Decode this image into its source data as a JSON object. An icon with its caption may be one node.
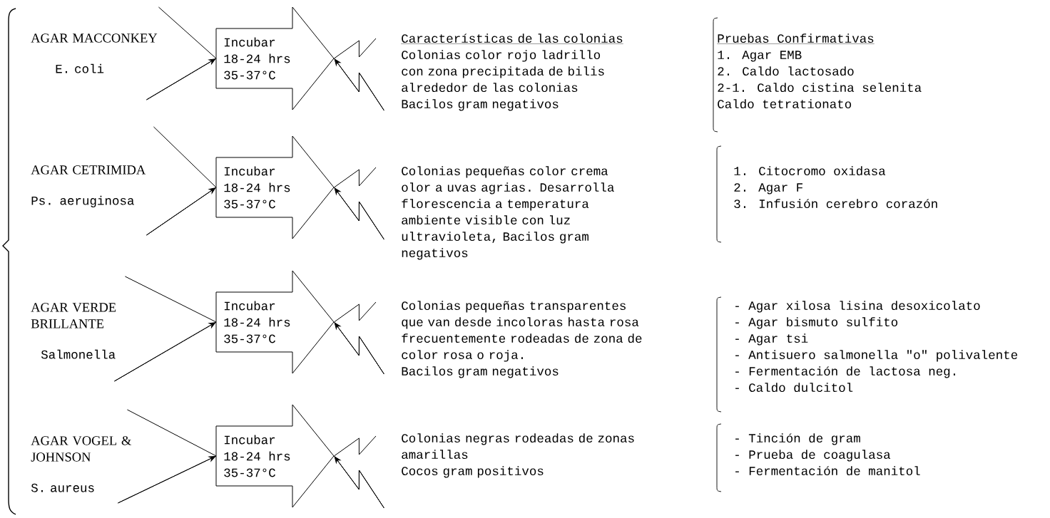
{
  "diagram": {
    "nodes": [
      {
        "text": [
          "AGAR MACCONKEY",
          "E. coli"
        ]
      },
      {
        "text": [
          "Incubar 18-24 hrs 35-37°C"
        ]
      },
      {
        "text": [
          "Características de las colonias",
          "Colonias color rojo ladrillo con zona precipitada de bilis alrededor de las colonias",
          "Bacilos gram negativos"
        ]
      },
      {
        "text": [
          "Pruebas Confirmativas",
          "1. Agar EMB",
          "2. Caldo lactosado",
          "2-1. Caldo cistina selenita",
          "Caldo tetrationato"
        ]
      },
      {
        "text": [
          "AGAR CETRIMIDA",
          "Ps. aeruginosa"
        ]
      },
      {
        "text": [
          "Incubar 18-24 hrs 35-37°C"
        ]
      },
      {
        "text": [
          "Colonias pequeñas color crema olor a uvas agrias. Desarrolla florescencia a temperatura ambiente visible con luz ultravioleta, Bacilos gram negativos"
        ]
      },
      {
        "text": [
          "1. Citocromo oxidasa",
          "2. Agar F",
          "3. Infusión cerebro corazón"
        ]
      },
      {
        "text": [
          "AGAR VERDE BRILLANTE",
          "Salmonella"
        ]
      },
      {
        "text": [
          "Incubar 18-24 hrs 35-37°C"
        ]
      },
      {
        "text": [
          "Colonias pequeñas transparentes que van desde incoloras hasta rosa frecuentemente rodeadas de zona de color rosa o roja.",
          "Bacilos gram negativos"
        ]
      },
      {
        "text": [
          "- Agar xilosa lisina desoxicolato",
          "- Agar bismuto sulfito",
          "- Agar tsi",
          "- Antisuero salmonella \"o\" polivalente",
          "- Fermentación de lactosa neg.",
          "- Caldo dulcitol"
        ]
      },
      {
        "text": [
          "AGAR VOGEL & JOHNSON",
          "S. aureus"
        ]
      },
      {
        "text": [
          "Incubar 18-24 hrs 35-37°C"
        ]
      },
      {
        "text": [
          "Colonias negras rodeadas de zonas amarillas",
          "Cocos gram positivos"
        ]
      },
      {
        "text": [
          "- Tinción de gram",
          "- Prueba de coagulasa",
          "- Fermentación de manitol"
        ]
      }
    ],
    "edges": [
      {
        "from": 0,
        "to": 1,
        "arrow": "to"
      },
      {
        "from": 2,
        "to": 1,
        "arrow": "to"
      },
      {
        "from": 4,
        "to": 5,
        "arrow": "to"
      },
      {
        "from": 6,
        "to": 5,
        "arrow": "to"
      },
      {
        "from": 8,
        "to": 9,
        "arrow": "to"
      },
      {
        "from": 10,
        "to": 9,
        "arrow": "to"
      },
      {
        "from": 12,
        "to": 13,
        "arrow": "to"
      },
      {
        "from": 14,
        "to": 13,
        "arrow": "to"
      }
    ]
  }
}
